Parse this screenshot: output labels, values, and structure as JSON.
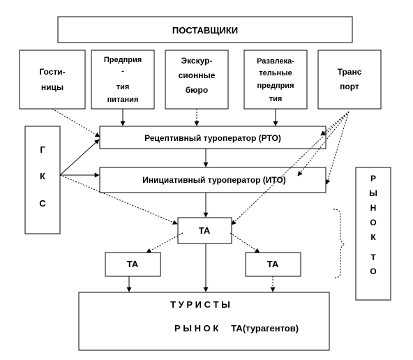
{
  "suppliers_title": "ПОСТАВЩИКИ",
  "suppliers": [
    {
      "lines": [
        "Гости-",
        "ницы"
      ]
    },
    {
      "lines": [
        "Предприя",
        "-",
        "тия",
        "питания"
      ]
    },
    {
      "lines": [
        "Экскур-",
        "сионные",
        "бюро"
      ]
    },
    {
      "lines": [
        "Развлека-",
        "тельные",
        "предприя",
        "тия"
      ]
    },
    {
      "lines": [
        "Транс",
        "порт"
      ]
    }
  ],
  "gks_letters": [
    "Г",
    "К",
    "С"
  ],
  "rto_label": "Рецептивный туроператор (РТО)",
  "ito_label": "Инициативный туроператор (ИТО)",
  "ta_center": "ТА",
  "ta_left": "ТА",
  "ta_right": "ТА",
  "tourists_label": "Т У Р И С Т Ы",
  "market_ta_label": "Р Ы Н О К     ТА(турагентов)",
  "market_to_letters": [
    "Р",
    "Ы",
    "Н",
    "О",
    "К",
    "",
    "Т",
    "О"
  ]
}
